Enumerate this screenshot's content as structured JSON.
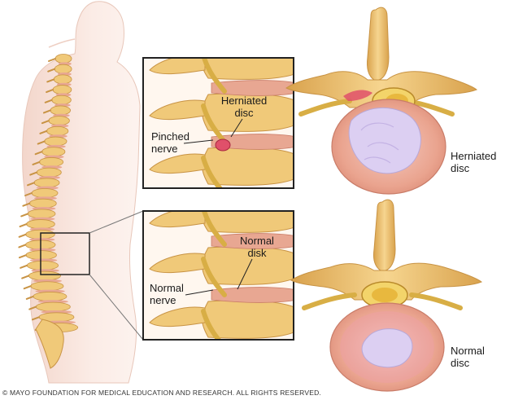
{
  "labels": {
    "herniated_disc": [
      "Herniated",
      "disc"
    ],
    "pinched_nerve": [
      "Pinched",
      "nerve"
    ],
    "normal_disk": [
      "Normal",
      "disk"
    ],
    "normal_nerve": [
      "Normal",
      "nerve"
    ],
    "herniated_disc_cross": [
      "Herniated",
      "disc"
    ],
    "normal_disc_cross": [
      "Normal",
      "disc"
    ]
  },
  "copyright": "© MAYO FOUNDATION FOR MEDICAL EDUCATION AND RESEARCH. ALL RIGHTS RESERVED.",
  "colors": {
    "bone": "#f0c979",
    "bone_dark": "#c89344",
    "disc": "#e8a792",
    "disc_inner": "#d79aa8",
    "nucleus": "#d9cdf0",
    "nerve": "#d8ae45",
    "skin": "#f6e3dc",
    "frame": "#222222",
    "herniation": "#e0506a"
  }
}
